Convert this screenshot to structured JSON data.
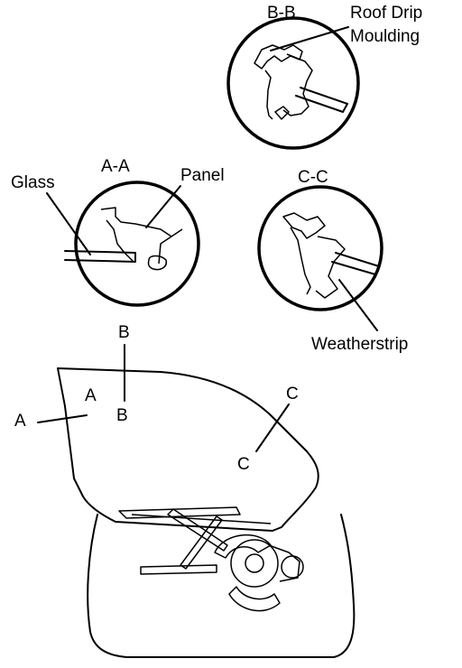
{
  "labels": {
    "section_bb": "B-B",
    "section_aa": "A-A",
    "section_cc": "C-C",
    "roof_drip_line1": "Roof Drip",
    "roof_drip_line2": "Moulding",
    "glass": "Glass",
    "panel": "Panel",
    "weatherstrip": "Weatherstrip",
    "cut_a_outer": "A",
    "cut_a_inner": "A",
    "cut_b_top": "B",
    "cut_b_bottom": "B",
    "cut_c_top": "C",
    "cut_c_bottom": "C"
  },
  "colors": {
    "ink": "#000000",
    "paper": "#ffffff"
  }
}
